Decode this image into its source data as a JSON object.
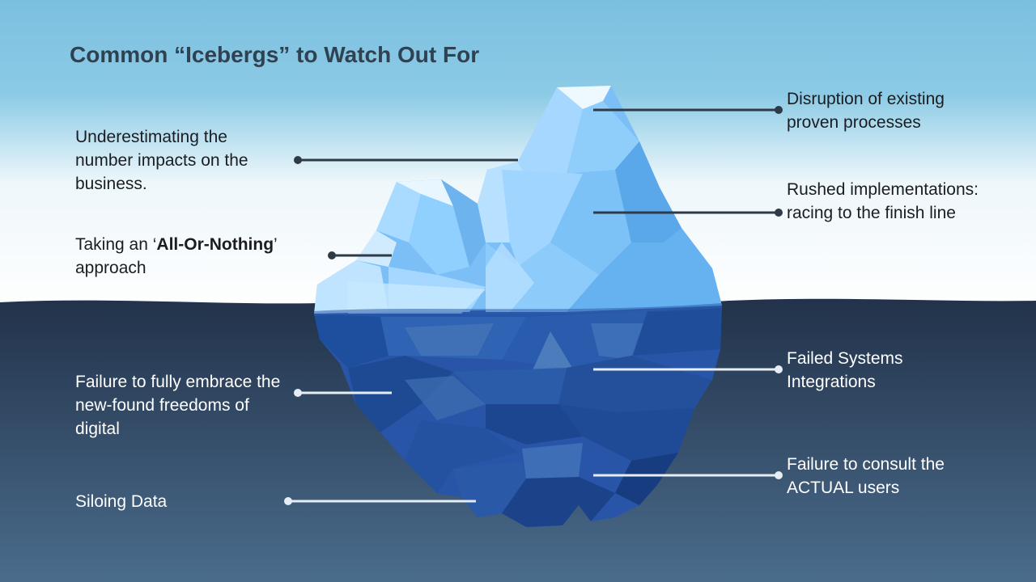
{
  "title": "Common “Icebergs” to Watch Out For",
  "above_water": {
    "left": [
      {
        "text": "Underestimating the number impacts on the business."
      },
      {
        "prefix": "Taking an ‘",
        "bold": "All-Or-Nothing",
        "suffix": "’ approach"
      }
    ],
    "right": [
      {
        "text": "Disruption of existing proven processes"
      },
      {
        "text": "Rushed implementations: racing to the finish line"
      }
    ]
  },
  "below_water": {
    "left": [
      {
        "text": "Failure to fully embrace the new-found freedoms of digital"
      },
      {
        "text": "Siloing Data"
      }
    ],
    "right": [
      {
        "text": "Failed Systems Integrations"
      },
      {
        "text": "Failure to consult the ACTUAL users"
      }
    ]
  },
  "colors": {
    "sky_top": "#7bbfdf",
    "sky_bottom": "#ffffff",
    "water_top": "#22324a",
    "water_bottom": "#4a6c8c",
    "title": "#2f4251",
    "line_dark": "#2e3b47",
    "line_light": "#e6edf4",
    "ice_light": "#8fd0ff",
    "ice_dark": "#1e4f9e"
  }
}
